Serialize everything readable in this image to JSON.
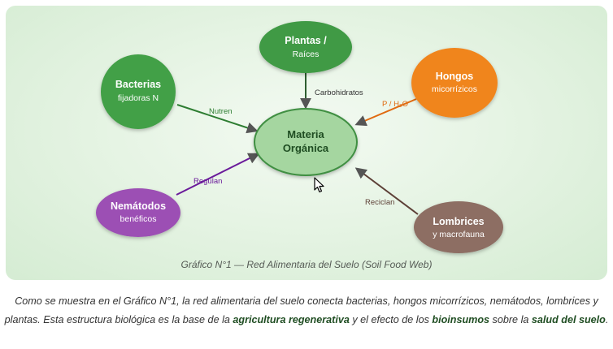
{
  "diagram": {
    "nodes": {
      "plantas": {
        "line1": "Plantas /",
        "line2": "Raíces",
        "color": "#3f9a45"
      },
      "bacterias": {
        "line1": "Bacterias",
        "line2": "fijadoras N",
        "color": "#43a047"
      },
      "hongos": {
        "line1": "Hongos",
        "line2": "micorrízicos",
        "color": "#f0851e"
      },
      "materia": {
        "line1": "Materia",
        "line2": "Orgánica",
        "color": "#a5d6a0"
      },
      "nematodos": {
        "line1": "Nemátodos",
        "line2": "benéficos",
        "color": "#9c4fb4"
      },
      "lombrices": {
        "line1": "Lombrices",
        "line2": "y macrofauna",
        "color": "#8d6e63"
      }
    },
    "edges": {
      "plantas": {
        "label": "Carbohidratos",
        "color": "#2e5d30"
      },
      "bacterias": {
        "label": "Nutren",
        "color": "#2e7d32"
      },
      "hongos": {
        "label": "P / H₂O",
        "color": "#e06a10"
      },
      "nematodos": {
        "label": "Regulan",
        "color": "#6a1b9a"
      },
      "lombrices": {
        "label": "Reciclan",
        "color": "#5d4037"
      }
    },
    "caption": "Gráfico N°1 — Red Alimentaria del Suelo (Soil Food Web)"
  },
  "text": {
    "p1": "Como se muestra en el Gráfico N°1, la red alimentaria del suelo conecta bacterias, hongos micorrízicos, nemátodos, lombrices y plantas. Esta estructura biológica es la base de la ",
    "b1": "agricultura regenerativa",
    "p2": " y el efecto de los ",
    "b2": "bioinsumos",
    "p3": " sobre la ",
    "b3": "salud del suelo",
    "p4": "."
  }
}
